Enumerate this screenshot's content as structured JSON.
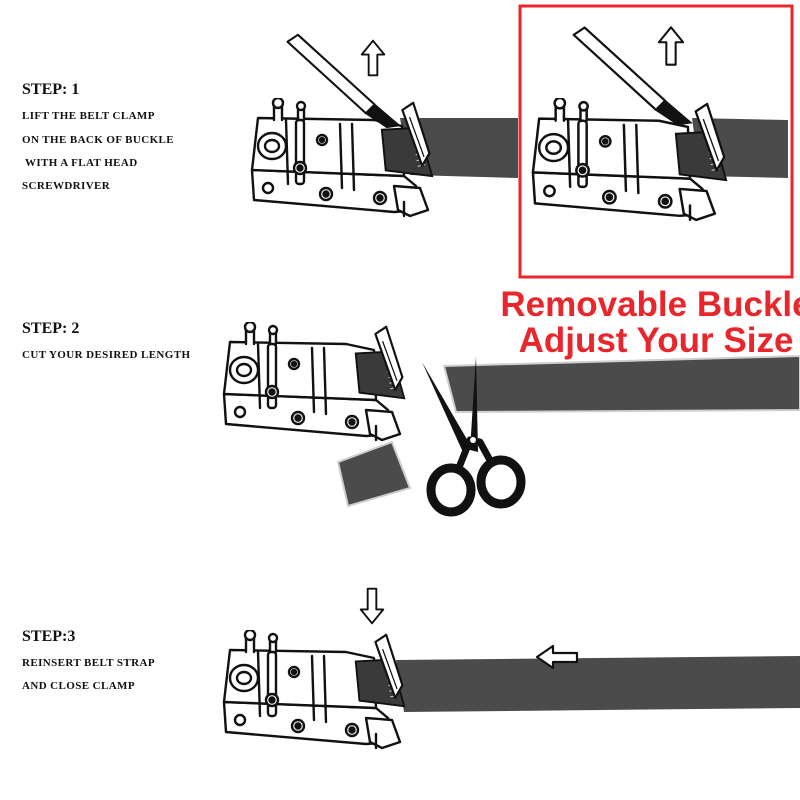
{
  "steps": [
    {
      "title": "STEP: 1",
      "lines": [
        "LIFT THE BELT CLAMP",
        "ON THE BACK OF BUCKLE",
        " WITH A FLAT HEAD",
        "SCREWDRIVER"
      ]
    },
    {
      "title": "STEP: 2",
      "lines": [
        "CUT YOUR DESIRED LENGTH"
      ]
    },
    {
      "title": "STEP:3",
      "lines": [
        "REINSERT BELT STRAP",
        "AND CLOSE CLAMP"
      ]
    }
  ],
  "promo": {
    "line1": "Removable Buckle",
    "line2": "Adjust Your Size"
  },
  "colors": {
    "accent": "#e8262b",
    "strap": "#4b4b4b",
    "strap_edge": "#cfcfcf",
    "ink": "#111111"
  },
  "icons": [
    "screwdriver-icon",
    "arrow-up-icon",
    "arrow-down-icon",
    "arrow-left-icon",
    "scissors-icon",
    "belt-buckle-icon",
    "belt-strap-icon"
  ]
}
